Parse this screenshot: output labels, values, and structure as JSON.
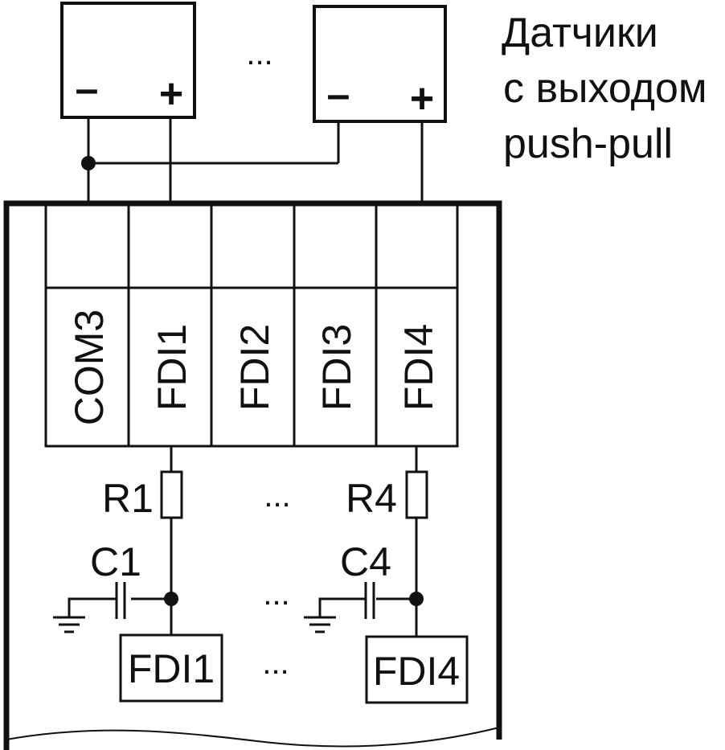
{
  "title_lines": [
    "Датчики",
    "с выходом",
    "push-pull"
  ],
  "sensors": [
    {
      "minus": "–",
      "plus": "+"
    },
    {
      "minus": "–",
      "plus": "+"
    }
  ],
  "sensor_gap": "...",
  "terminals": [
    "COM3",
    "FDI1",
    "FDI2",
    "FDI3",
    "FDI4"
  ],
  "resistors": [
    "R1",
    "R4"
  ],
  "capacitors": [
    "C1",
    "C4"
  ],
  "inputs": [
    "FDI1",
    "FDI4"
  ],
  "ellipsis": "...",
  "colors": {
    "line": "#111111",
    "background": "#ffffff"
  }
}
